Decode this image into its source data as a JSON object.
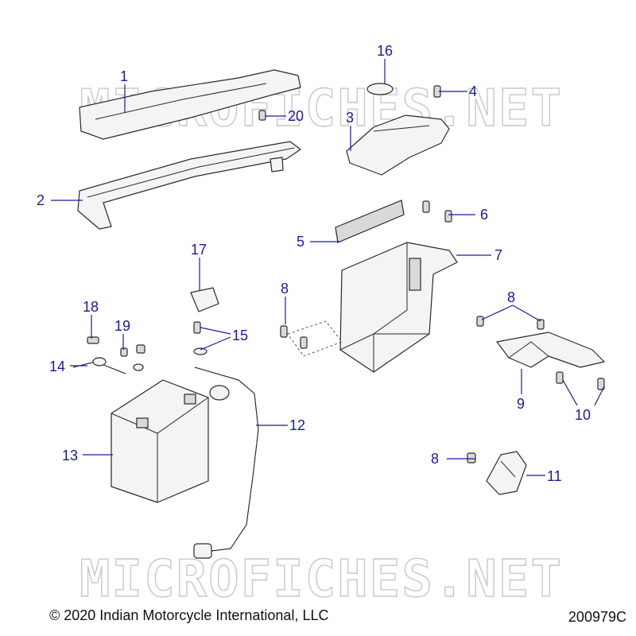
{
  "watermark": "MICROFICHES.NET",
  "copyright": "© 2020 Indian Motorcycle International, LLC",
  "diagram_id": "200979C",
  "callouts": [
    "1",
    "2",
    "3",
    "4",
    "5",
    "6",
    "7",
    "8",
    "8",
    "8",
    "9",
    "10",
    "11",
    "12",
    "13",
    "14",
    "15",
    "16",
    "17",
    "18",
    "19",
    "20"
  ],
  "colors": {
    "callout": "#1a1aa0",
    "watermark": "#c8c8c8",
    "line": "#2a2a2a"
  }
}
